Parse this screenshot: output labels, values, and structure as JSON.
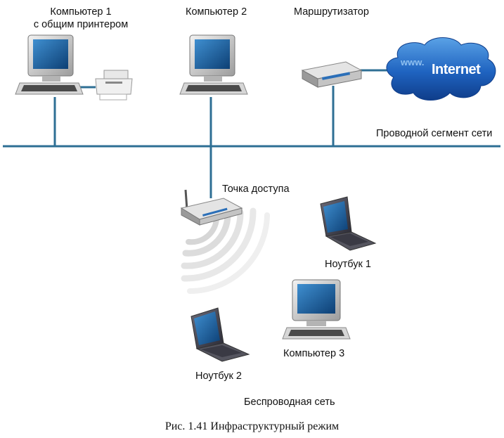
{
  "labels": {
    "computer1_line1": "Компьютер 1",
    "computer1_line2": "с общим принтером",
    "computer2": "Компьютер 2",
    "router": "Маршрутизатор",
    "internet": "Internet",
    "internet_www": "www.",
    "wired_segment": "Проводной сегмент сети",
    "access_point": "Точка доступа",
    "laptop1": "Ноутбук 1",
    "laptop2": "Ноутбук 2",
    "computer3": "Компьютер 3",
    "wireless_network": "Беспроводная сеть"
  },
  "caption": "Рис. 1.41 Инфраструктурный режим",
  "colors": {
    "cable": "#2e6f94",
    "cloud": "#1d5fb8",
    "screen": "#1e5e9a"
  }
}
